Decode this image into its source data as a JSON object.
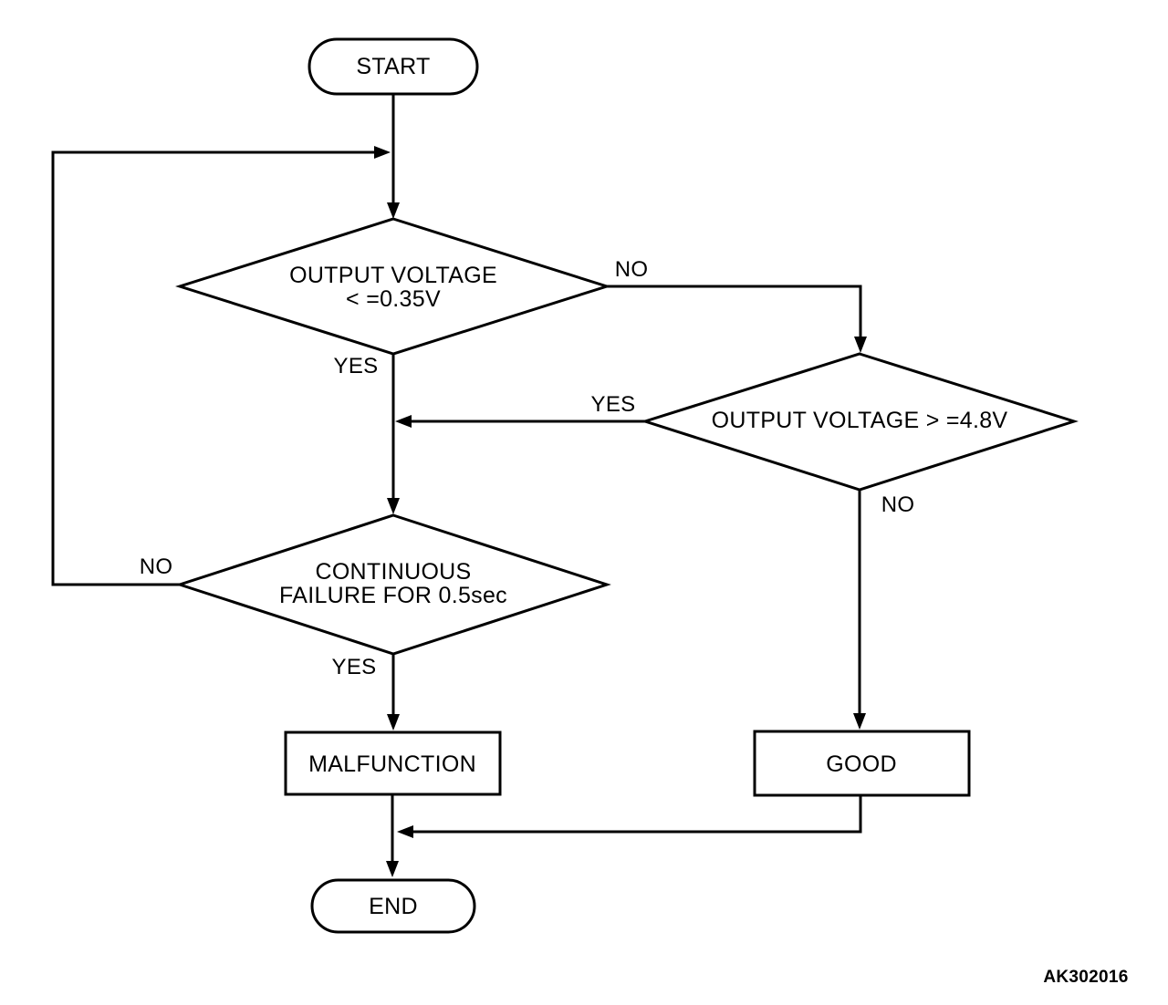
{
  "diagram": {
    "figure_code": "AK302016",
    "colors": {
      "stroke": "#000000",
      "background": "#ffffff"
    },
    "nodes": {
      "start": {
        "type": "terminator",
        "label": "START"
      },
      "decision_output_voltage_low": {
        "type": "decision",
        "text_lines": [
          "OUTPUT VOLTAGE",
          "< =0.35V"
        ]
      },
      "decision_output_voltage_high": {
        "type": "decision",
        "label": "OUTPUT VOLTAGE > =4.8V"
      },
      "decision_continuous_failure": {
        "type": "decision",
        "text_lines": [
          "CONTINUOUS",
          "FAILURE FOR 0.5sec"
        ]
      },
      "malfunction": {
        "type": "process",
        "label": "MALFUNCTION"
      },
      "good": {
        "type": "process",
        "label": "GOOD"
      },
      "end": {
        "type": "terminator",
        "label": "END"
      }
    },
    "edges": [
      {
        "from": "decision_output_voltage_low",
        "to": "decision_output_voltage_high",
        "label": "NO"
      },
      {
        "from": "decision_output_voltage_low",
        "to": "decision_continuous_failure",
        "label": "YES"
      },
      {
        "from": "decision_output_voltage_high",
        "to": "decision_continuous_failure",
        "label": "YES"
      },
      {
        "from": "decision_output_voltage_high",
        "to": "good",
        "label": "NO"
      },
      {
        "from": "decision_continuous_failure",
        "to": "loop_back_to_top",
        "label": "NO"
      },
      {
        "from": "decision_continuous_failure",
        "to": "malfunction",
        "label": "YES"
      }
    ]
  }
}
